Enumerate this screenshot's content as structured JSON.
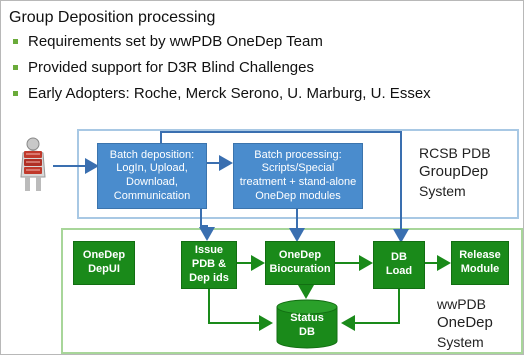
{
  "title": "Group Deposition processing",
  "bullets": [
    "Requirements set by wwPDB OneDep Team",
    "Provided support for D3R Blind Challenges",
    "Early Adopters: Roche, Merck Serono, U. Marburg, U. Essex"
  ],
  "rcsb_panel": {
    "line1": "RCSB PDB",
    "line2": "GroupDep",
    "line3": "System"
  },
  "wwpdb_panel": {
    "line1": "wwPDB",
    "line2": "OneDep",
    "line3": "System"
  },
  "boxes": {
    "batch_deposition": "Batch deposition:\nLogIn, Upload,\nDownload,\nCommunication",
    "batch_processing": "Batch processing:\nScripts/Special\ntreatment + stand-alone\nOneDep modules",
    "onedep_depui": "OneDep\nDepUI",
    "issue_ids": "Issue\nPDB &\nDep ids",
    "onedep_biocuration": "OneDep\nBiocuration",
    "db_load": "DB\nLoad",
    "release_module": "Release\nModule",
    "status_db": "Status\nDB"
  },
  "colors": {
    "blue_box": "#4a8ccd",
    "green_box": "#1a8a1a",
    "rcsb_border": "#a8c8e4",
    "wwpdb_border": "#a8d69a",
    "arrow_blue": "#3a6fb0",
    "arrow_green": "#1a8a1a",
    "bullet": "#6aab3a"
  },
  "icons": {
    "user": "user-with-documents-icon"
  }
}
